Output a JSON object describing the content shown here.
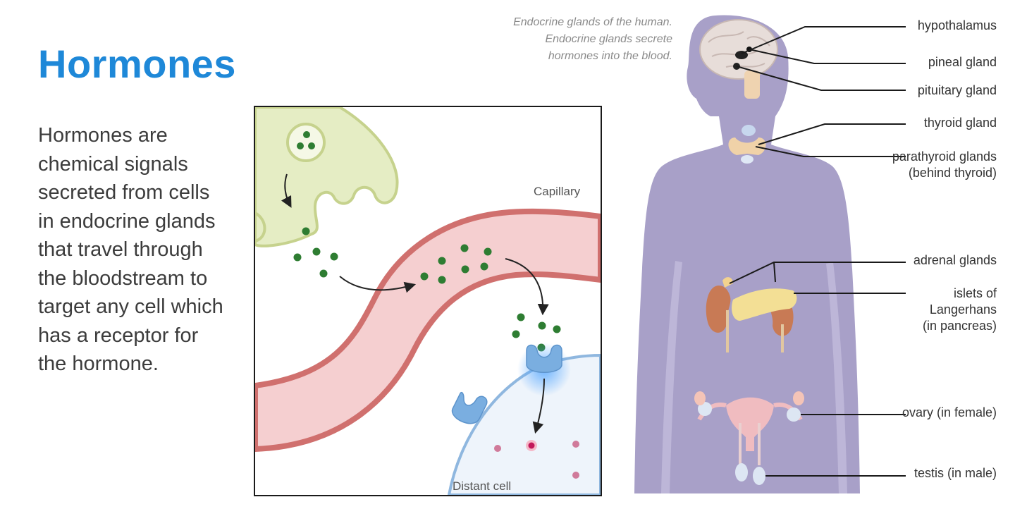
{
  "title": "Hormones",
  "body_text": "Hormones are chemical signals secreted from cells in endocrine glands that travel through the bloodstream to target any cell which has a receptor for the hormone.",
  "caption": {
    "line1": "Endocrine glands of the human.",
    "line2": "Endocrine glands secrete",
    "line3": "hormones into the blood."
  },
  "diagram": {
    "capillary_label": "Capillary",
    "distant_cell_label": "Distant cell"
  },
  "glands": {
    "hypothalamus": "hypothalamus",
    "pineal": "pineal gland",
    "pituitary": "pituitary gland",
    "thyroid": "thyroid gland",
    "parathyroid_1": "parathyroid glands",
    "parathyroid_2": "(behind thyroid)",
    "adrenal": "adrenal glands",
    "islets_1": "islets of",
    "islets_2": "Langerhans",
    "islets_3": "(in pancreas)",
    "ovary": "ovary (in female)",
    "testis": "testis (in male)"
  },
  "colors": {
    "title": "#1e88d8",
    "body_silhouette": "#a8a0c8",
    "capillary": "#f5cfd0",
    "capillary_border": "#d0706e",
    "hormone": "#2e7d32",
    "secreting_cell": "#e5edc4",
    "distant_cell": "#eef4fb",
    "receptor": "#7aaee0"
  }
}
